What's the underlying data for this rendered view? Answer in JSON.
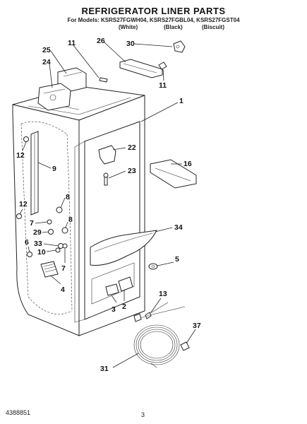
{
  "header": {
    "title": "REFRIGERATOR LINER PARTS",
    "models_line": "For Models: KSRS27FGWH04, KSRS27FGBL04, KSRS27FGST04",
    "variants": [
      "(White)",
      "(Black)",
      "(Biscuit)"
    ]
  },
  "callouts": [
    {
      "id": "c30",
      "label": "30"
    },
    {
      "id": "c26",
      "label": "26"
    },
    {
      "id": "c11a",
      "label": "11"
    },
    {
      "id": "c25",
      "label": "25"
    },
    {
      "id": "c24",
      "label": "24"
    },
    {
      "id": "c11b",
      "label": "11"
    },
    {
      "id": "c1",
      "label": "1"
    },
    {
      "id": "c12a",
      "label": "12"
    },
    {
      "id": "c9",
      "label": "9"
    },
    {
      "id": "c22",
      "label": "22"
    },
    {
      "id": "c23",
      "label": "23"
    },
    {
      "id": "c16",
      "label": "16"
    },
    {
      "id": "c8a",
      "label": "8"
    },
    {
      "id": "c12b",
      "label": "12"
    },
    {
      "id": "c7a",
      "label": "7"
    },
    {
      "id": "c29",
      "label": "29"
    },
    {
      "id": "c8b",
      "label": "8"
    },
    {
      "id": "c34",
      "label": "34"
    },
    {
      "id": "c6",
      "label": "6"
    },
    {
      "id": "c33",
      "label": "33"
    },
    {
      "id": "c10",
      "label": "10"
    },
    {
      "id": "c5",
      "label": "5"
    },
    {
      "id": "c7b",
      "label": "7"
    },
    {
      "id": "c4",
      "label": "4"
    },
    {
      "id": "c13",
      "label": "13"
    },
    {
      "id": "c3",
      "label": "3"
    },
    {
      "id": "c2",
      "label": "2"
    },
    {
      "id": "c37",
      "label": "37"
    },
    {
      "id": "c31",
      "label": "31"
    }
  ],
  "footer": {
    "doc_number": "4388851",
    "page_number": "3"
  }
}
